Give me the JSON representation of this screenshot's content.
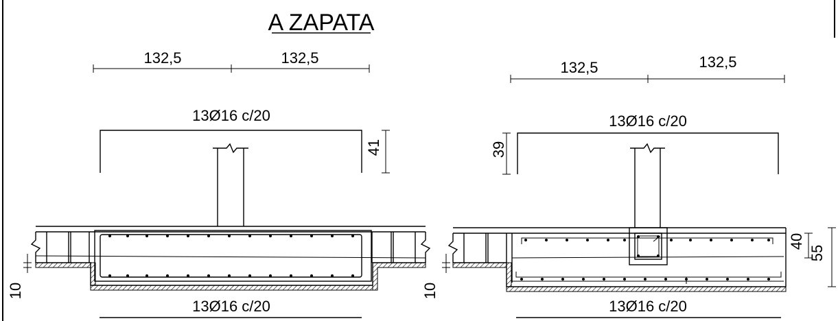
{
  "title": "A ZAPATA",
  "left_footing": {
    "dim_left": "132,5",
    "dim_right": "132,5",
    "top_bar_label": "13Ø16 c/20",
    "top_bar_height": "41",
    "bottom_bar_label": "13Ø16 c/20",
    "thickness_label": "10"
  },
  "right_footing": {
    "dim_left": "132,5",
    "dim_right": "132,5",
    "top_bar_label": "13Ø16 c/20",
    "top_bar_height": "39",
    "bottom_bar_label": "13Ø16 c/20",
    "thickness_label": "10",
    "depth_inner": "40",
    "depth_outer": "55"
  }
}
